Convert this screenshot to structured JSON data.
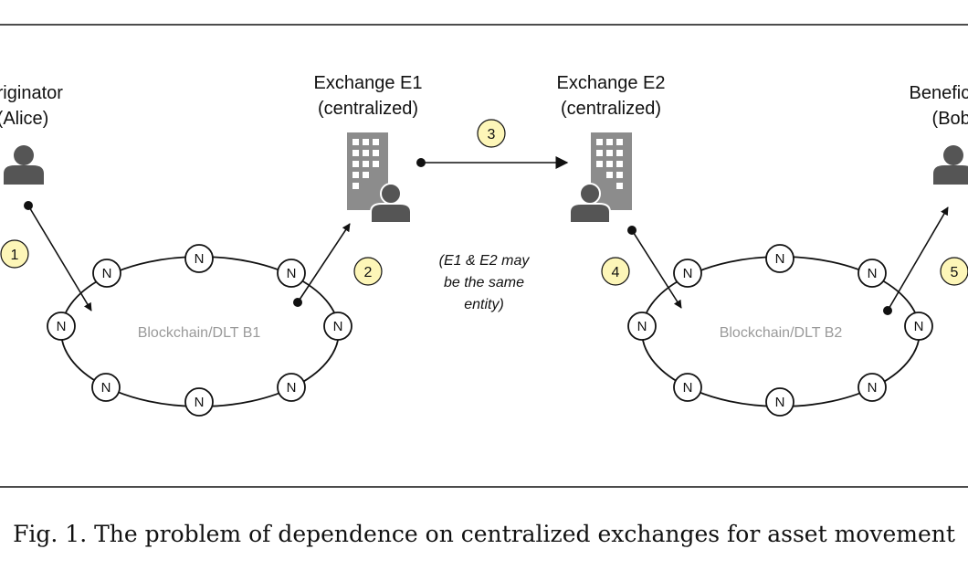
{
  "actors": {
    "originator": {
      "line1": "Originator",
      "line2": "(Alice)"
    },
    "exchange_e1": {
      "line1": "Exchange E1",
      "line2": "(centralized)"
    },
    "exchange_e2": {
      "line1": "Exchange E2",
      "line2": "(centralized)"
    },
    "beneficiary": {
      "line1": "Beneficiary",
      "line2": "(Bob)"
    }
  },
  "blockchains": {
    "b1": "Blockchain/DLT B1",
    "b2": "Blockchain/DLT B2"
  },
  "node_label": "N",
  "steps": [
    "1",
    "2",
    "3",
    "4",
    "5"
  ],
  "note": {
    "line1": "(E1 & E2 may",
    "line2": "be the same",
    "line3": "entity)"
  },
  "caption": "Fig. 1.  The problem of dependence on centralized exchanges for asset movement",
  "colors": {
    "step_fill": "#fdf6b8",
    "icon": "#555555",
    "building": "#8c8c8c"
  }
}
